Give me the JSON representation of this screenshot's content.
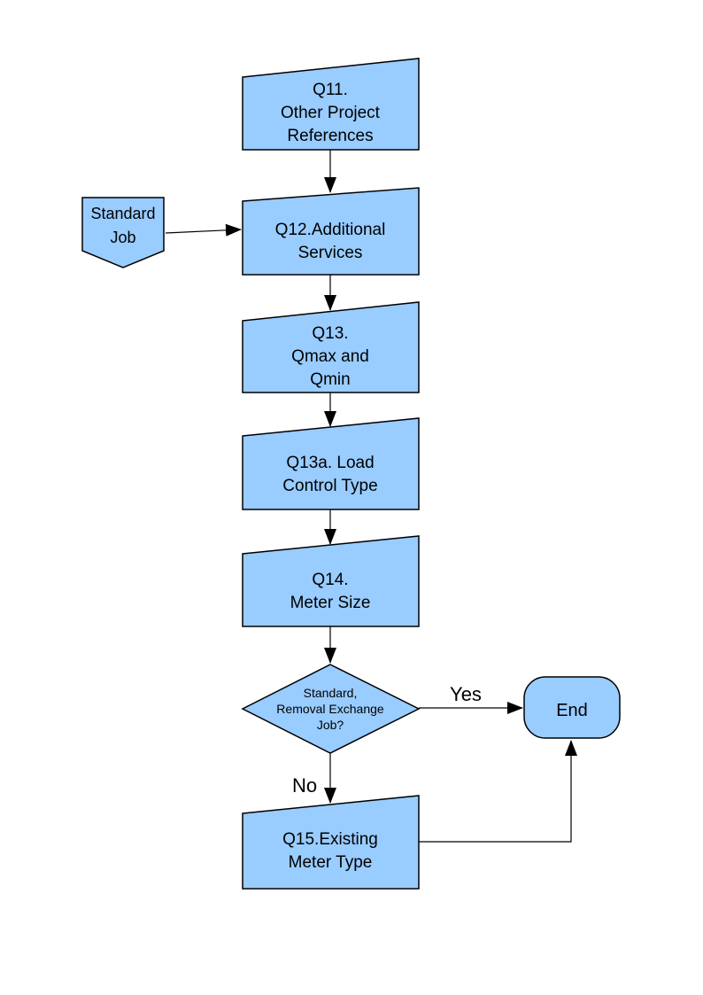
{
  "colors": {
    "node_fill": "#99CCFF",
    "node_stroke": "#000000",
    "connector": "#000000",
    "text": "#000000"
  },
  "nodes": {
    "q11": {
      "shape": "manual-input",
      "lines": [
        "Q11.",
        "Other Project",
        "References"
      ]
    },
    "standard_job": {
      "shape": "banner-pointer",
      "lines": [
        "Standard",
        "Job"
      ]
    },
    "q12": {
      "shape": "manual-input",
      "lines": [
        "Q12.Additional",
        "Services"
      ]
    },
    "q13": {
      "shape": "manual-input",
      "lines": [
        "Q13.",
        "Qmax and",
        "Qmin"
      ]
    },
    "q13a": {
      "shape": "manual-input",
      "lines": [
        "Q13a. Load",
        "Control Type"
      ]
    },
    "q14": {
      "shape": "manual-input",
      "lines": [
        "Q14.",
        "Meter Size"
      ]
    },
    "decision": {
      "shape": "diamond",
      "lines": [
        "Standard,",
        "Removal Exchange",
        "Job?"
      ]
    },
    "end": {
      "shape": "terminator",
      "lines": [
        "End"
      ]
    },
    "q15": {
      "shape": "manual-input",
      "lines": [
        "Q15.Existing",
        "Meter Type"
      ]
    }
  },
  "edge_labels": {
    "yes": "Yes",
    "no": "No"
  }
}
